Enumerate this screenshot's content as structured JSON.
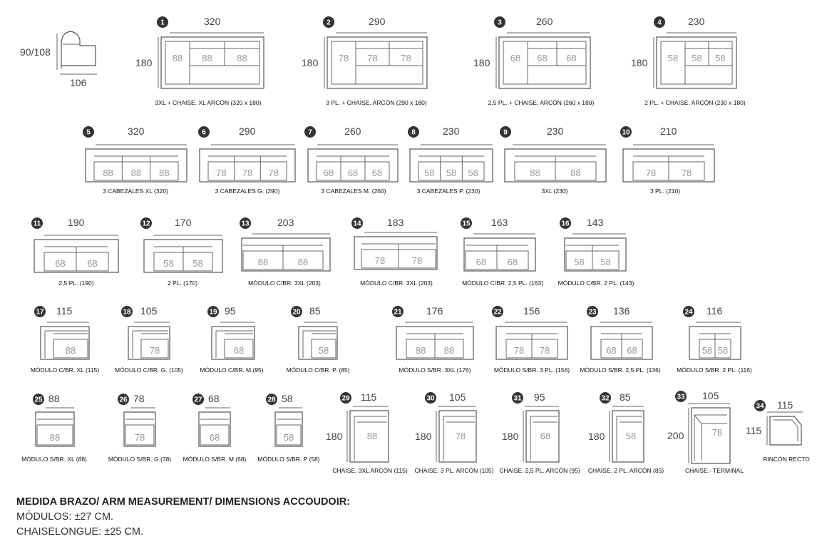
{
  "arm_diagram": {
    "height": "90/108",
    "width": "106"
  },
  "items": [
    {
      "n": "1",
      "dim": "320",
      "side": "180",
      "seats": [
        "88",
        "88",
        "88"
      ],
      "cap": "3XL + CHAISE. XL ARCÓN (320 x 180)"
    },
    {
      "n": "2",
      "dim": "290",
      "side": "180",
      "seats": [
        "78",
        "78",
        "78"
      ],
      "cap": "3 PL. + CHAISE. ARCÓN (290 x 180)"
    },
    {
      "n": "3",
      "dim": "260",
      "side": "180",
      "seats": [
        "68",
        "68",
        "68"
      ],
      "cap": "2,5 PL. + CHAISE. ARCÓN (260 x 180)"
    },
    {
      "n": "4",
      "dim": "230",
      "side": "180",
      "seats": [
        "58",
        "58",
        "58"
      ],
      "cap": "2 PL. + CHAISE. ARCÓN (230 x 180)"
    },
    {
      "n": "5",
      "dim": "320",
      "seats": [
        "88",
        "88",
        "88"
      ],
      "cap": "3 CABEZALES XL (320)"
    },
    {
      "n": "6",
      "dim": "290",
      "seats": [
        "78",
        "78",
        "78"
      ],
      "cap": "3 CABEZALES G. (290)"
    },
    {
      "n": "7",
      "dim": "260",
      "seats": [
        "68",
        "68",
        "68"
      ],
      "cap": "3 CABEZALES M. (260)"
    },
    {
      "n": "8",
      "dim": "230",
      "seats": [
        "58",
        "58",
        "58"
      ],
      "cap": "3 CABEZALES P. (230)"
    },
    {
      "n": "9",
      "dim": "230",
      "seats": [
        "88",
        "88"
      ],
      "cap": "3XL (230)"
    },
    {
      "n": "10",
      "dim": "210",
      "seats": [
        "78",
        "78"
      ],
      "cap": "3 PL. (210)"
    },
    {
      "n": "11",
      "dim": "190",
      "seats": [
        "68",
        "68"
      ],
      "cap": "2,5 PL. (190)"
    },
    {
      "n": "12",
      "dim": "170",
      "seats": [
        "58",
        "58"
      ],
      "cap": "2 PL. (170)"
    },
    {
      "n": "13",
      "dim": "203",
      "seats": [
        "88",
        "88"
      ],
      "cap": "MÓDULO C/BR. 3XL (203)"
    },
    {
      "n": "14",
      "dim": "183",
      "seats": [
        "78",
        "78"
      ],
      "cap": "MÓDULO C/BR. 3XL (203)"
    },
    {
      "n": "15",
      "dim": "163",
      "seats": [
        "68",
        "68"
      ],
      "cap": "MÓDULO C/BR. 2,5 PL. (163)"
    },
    {
      "n": "16",
      "dim": "143",
      "seats": [
        "58",
        "58"
      ],
      "cap": "MÓDULO C/BR. 2 PL. (143)"
    },
    {
      "n": "17",
      "dim": "115",
      "seats": [
        "88"
      ],
      "cap": "MÓDULO C/BR. XL (115)"
    },
    {
      "n": "18",
      "dim": "105",
      "seats": [
        "78"
      ],
      "cap": "MÓDULO C/BR. G. (105)"
    },
    {
      "n": "19",
      "dim": "95",
      "seats": [
        "68"
      ],
      "cap": "MÓDULO C/BR. M.(95)"
    },
    {
      "n": "20",
      "dim": "85",
      "seats": [
        "58"
      ],
      "cap": "MÓDULO C/BR. P. (85)"
    },
    {
      "n": "21",
      "dim": "176",
      "seats": [
        "88",
        "88"
      ],
      "cap": "MÓDULO S/BR. 3XL (176)"
    },
    {
      "n": "22",
      "dim": "156",
      "seats": [
        "78",
        "78"
      ],
      "cap": "MÓDULO S/BR. 3 PL. (156)"
    },
    {
      "n": "23",
      "dim": "136",
      "seats": [
        "68",
        "68"
      ],
      "cap": "MÓDULO S/BR. 2,5 PL. (136)"
    },
    {
      "n": "24",
      "dim": "116",
      "seats": [
        "58",
        "58"
      ],
      "cap": "MÓDULO S/BR. 2 PL. (116)"
    },
    {
      "n": "25",
      "dim": "88",
      "seats": [
        "88"
      ],
      "cap": "MÓDULO S/BR. XL (88)"
    },
    {
      "n": "26",
      "dim": "78",
      "seats": [
        "78"
      ],
      "cap": "MÓDULO S/BR. G (78)"
    },
    {
      "n": "27",
      "dim": "68",
      "seats": [
        "68"
      ],
      "cap": "MÓDULO S/BR. M (68)"
    },
    {
      "n": "28",
      "dim": "58",
      "seats": [
        "58"
      ],
      "cap": "MÓDULO S/BR. P (58)"
    },
    {
      "n": "29",
      "dim": "115",
      "side": "180",
      "seats": [
        "88"
      ],
      "cap": "CHAISE. 3XL ARCÓN (115)"
    },
    {
      "n": "30",
      "dim": "105",
      "side": "180",
      "seats": [
        "78"
      ],
      "cap": "CHAISE. 3 PL. ARCÓN (105)"
    },
    {
      "n": "31",
      "dim": "95",
      "side": "180",
      "seats": [
        "68"
      ],
      "cap": "CHAISE. 2,5 PL. ARCÓN (95)"
    },
    {
      "n": "32",
      "dim": "85",
      "side": "180",
      "seats": [
        "58"
      ],
      "cap": "CHAISE. 2 PL. ARCÓN (85)"
    },
    {
      "n": "33",
      "dim": "105",
      "side": "200",
      "seats": [
        "78"
      ],
      "cap": "CHAISE.- TERMINAL"
    },
    {
      "n": "34",
      "dim": "115",
      "side": "115",
      "seats": [],
      "cap": "RINCÓN RECTO"
    }
  ],
  "footer": {
    "title_bold": "MEDIDA BRAZO",
    "title_rest": "/ ARM MEASUREMENT/ DIMENSIONS ACCOUDOIR:",
    "line1": "MÓDULOS: ±27 CM.",
    "line2": "CHAISELONGUE: ±25 CM."
  },
  "colors": {
    "line": "#555555",
    "seat_text": "#999999",
    "badge": "#333333"
  }
}
